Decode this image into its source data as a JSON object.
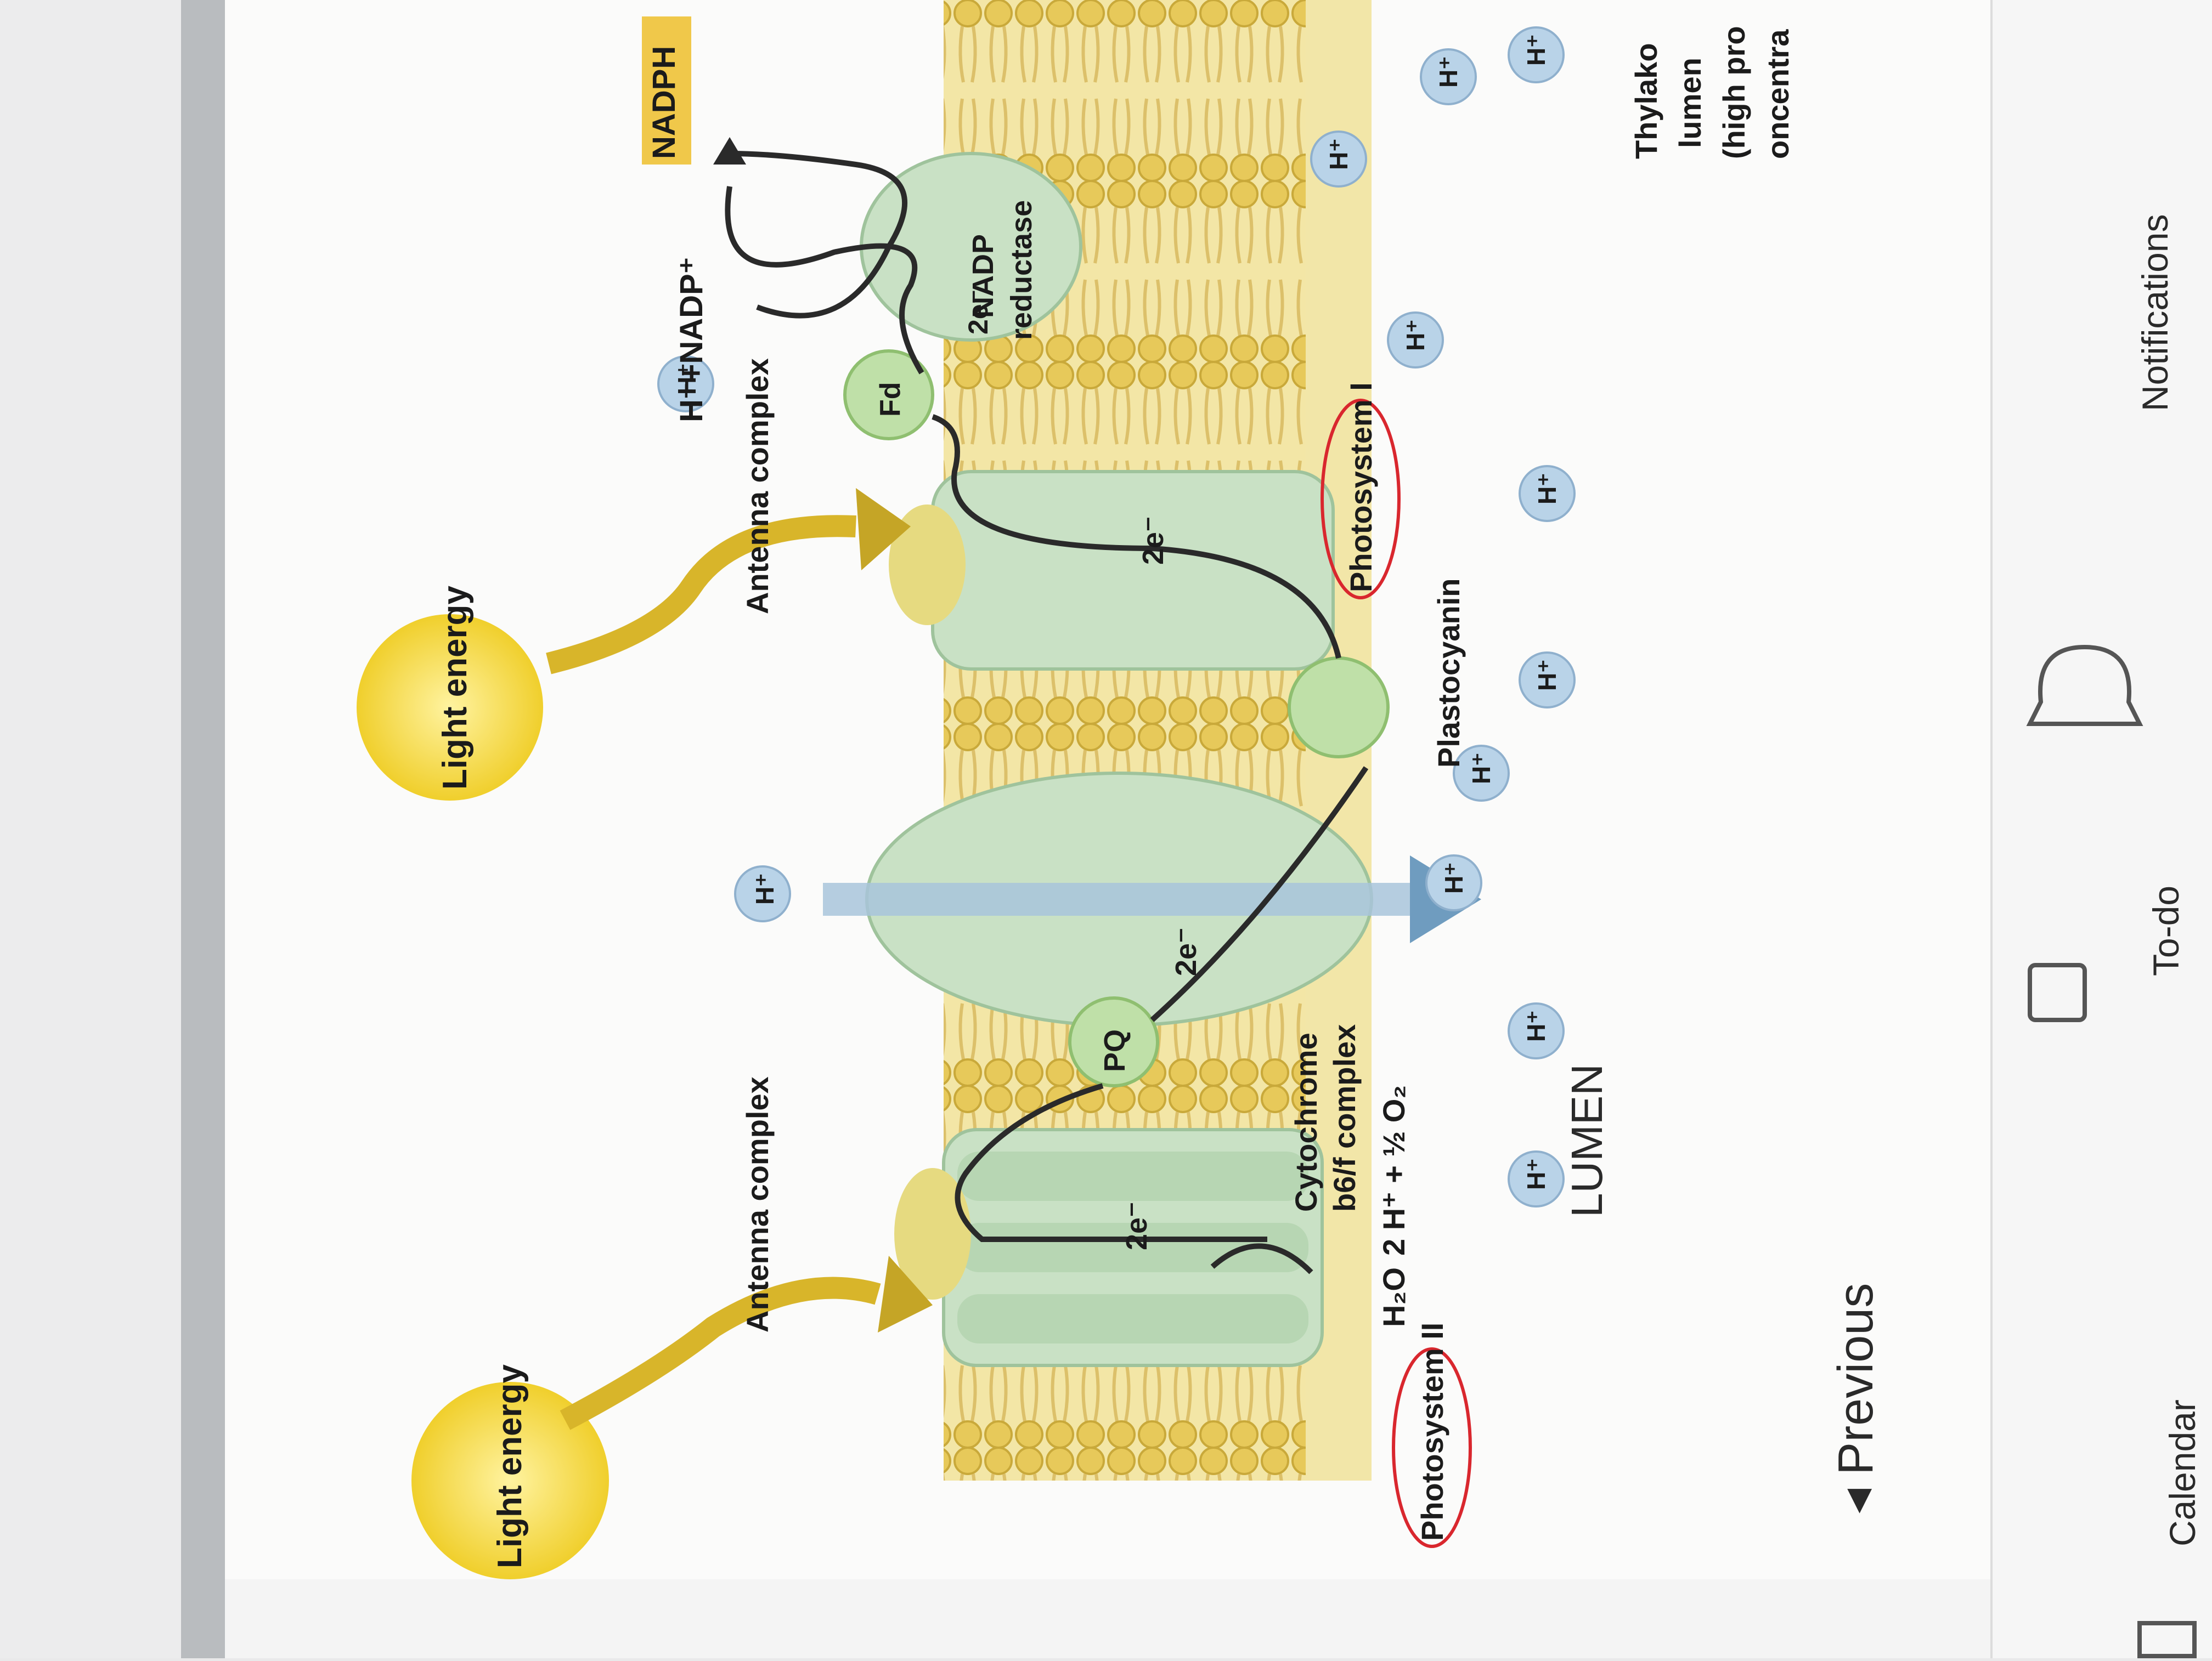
{
  "diagram": {
    "labels": {
      "light_energy_left": "Light energy",
      "light_energy_right": "Light energy",
      "antenna_left": "Antenna complex",
      "antenna_right": "Antenna complex",
      "photosystem_ii": "Photosystem II",
      "photosystem_i": "Photosystem I",
      "cytochrome_line1": "Cytochrome",
      "cytochrome_line2": "b6/f complex",
      "pq": "PQ",
      "plastocyanin": "Plastocyanin",
      "fd": "Fd",
      "nadp_reductase_line1": "NADP",
      "nadp_reductase_line2": "reductase",
      "nadp_reaction": "H⁺+NADP⁺",
      "nadph": "NADPH",
      "water": "H₂O",
      "water_products": "2 H⁺ + ½ O₂",
      "lumen": "LUMEN",
      "electrons": "2e⁻",
      "proton": "H⁺",
      "thylakoid_note": [
        "Thylako",
        "lumen",
        "(high pro",
        "oncentra"
      ]
    },
    "colors": {
      "membrane": "#e3c44f",
      "membrane_dark": "#c9a93a",
      "protein": "#c6dfc2",
      "protein_dark": "#9fc39c",
      "nadph_highlight": "#f0c84a",
      "proton_circle": "#b9d3e8",
      "circle_annotation": "#d9272e",
      "light_burst": "#f3d534"
    }
  },
  "app_nav": {
    "previous": "◂ Previous",
    "calendar": "Calendar",
    "todo": "To-do",
    "notifications": "Notifications"
  }
}
